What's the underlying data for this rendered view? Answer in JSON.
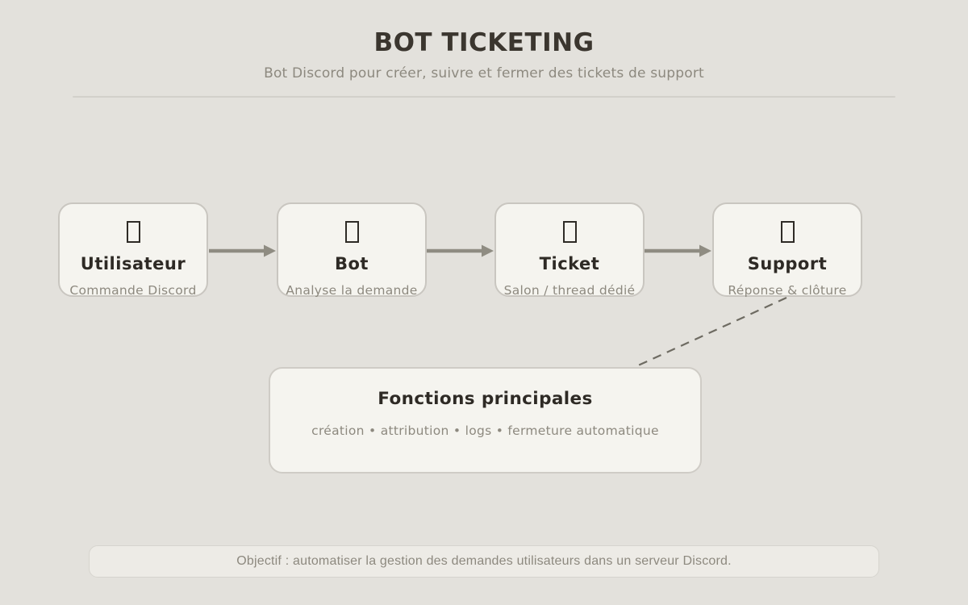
{
  "header": {
    "title": "BOT TICKETING",
    "subtitle": "Bot Discord pour créer, suivre et fermer des tickets de support"
  },
  "flow": {
    "nodes": [
      {
        "id": "utilisateur",
        "icon": "missing-glyph-box",
        "label": "Utilisateur",
        "sublabel": "Commande Discord"
      },
      {
        "id": "bot",
        "icon": "missing-glyph-box",
        "label": "Bot",
        "sublabel": "Analyse la demande"
      },
      {
        "id": "ticket",
        "icon": "missing-glyph-box",
        "label": "Ticket",
        "sublabel": "Salon / thread dédié"
      },
      {
        "id": "support",
        "icon": "missing-glyph-box",
        "label": "Support",
        "sublabel": "Réponse & clôture"
      }
    ],
    "connectors": {
      "solid_arrow_count": 3,
      "dashed_connector": "support-to-functions-box"
    }
  },
  "functions_box": {
    "title": "Fonctions principales",
    "items_text": "création • attribution • logs • fermeture automatique"
  },
  "objective": {
    "text": "Objectif : automatiser la gestion des demandes utilisateurs dans un serveur Discord."
  },
  "colors": {
    "background": "#e3e1dc",
    "box_fill": "#f5f4ef",
    "box_border": "#c9c6c0",
    "title_text": "#3b362f",
    "label_text": "#2e2a25",
    "muted_text": "#8d897f",
    "arrow": "#8f8c82",
    "dashed_connector": "#6e6b62",
    "objective_fill": "#edebe6",
    "objective_border": "#d6d4ce",
    "rule": "#d2d0ca"
  }
}
